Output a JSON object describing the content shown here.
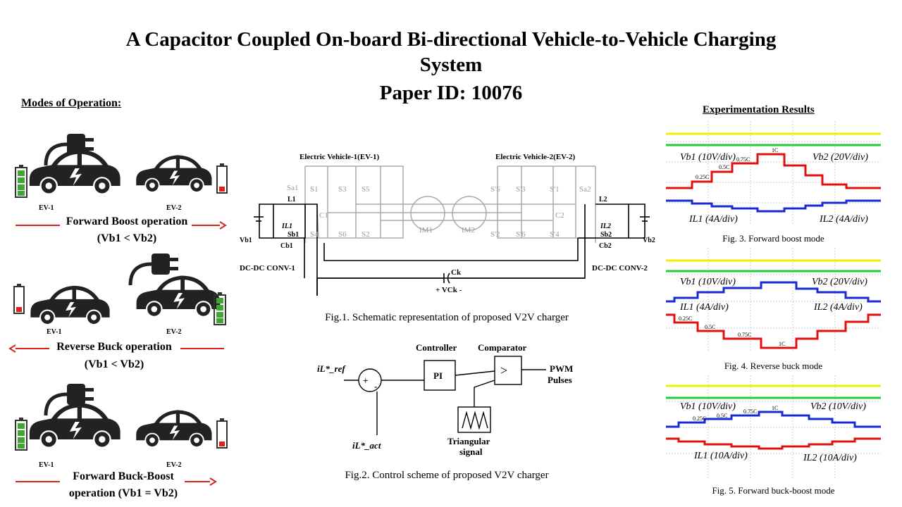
{
  "title": {
    "line1": "A Capacitor Coupled On-board Bi-directional Vehicle-to-Vehicle Charging",
    "line2": "System",
    "paper_id": "Paper ID: 10076"
  },
  "modes": {
    "heading": "Modes of Operation:",
    "items": [
      {
        "ev1": "EV-1",
        "ev2": "EV-2",
        "label": "Forward Boost operation",
        "condition": "(Vb1 < Vb2)",
        "direction": "right",
        "ev1_battery": "full",
        "ev2_battery": "low"
      },
      {
        "ev1": "EV-1",
        "ev2": "EV-2",
        "label": "Reverse Buck operation",
        "condition": "(Vb1 < Vb2)",
        "direction": "left",
        "ev1_battery": "low",
        "ev2_battery": "full"
      },
      {
        "ev1": "EV-1",
        "ev2": "EV-2",
        "label": "Forward Buck-Boost",
        "condition": "operation (Vb1 = Vb2)",
        "direction": "right",
        "ev1_battery": "full",
        "ev2_battery": "low"
      }
    ]
  },
  "schematic": {
    "ev1_label": "Electric Vehicle-1(EV-1)",
    "ev2_label": "Electric Vehicle-2(EV-2)",
    "conv1": "DC-DC CONV-1",
    "conv2": "DC-DC CONV-2",
    "ck": "Ck",
    "vck": "+ VCk -",
    "caption": "Fig.1. Schematic representation of proposed V2V charger",
    "components": [
      "Sa1",
      "S1",
      "S3",
      "S5",
      "S4",
      "S6",
      "S2",
      "C1",
      "IM1",
      "IM2",
      "C2",
      "S'5",
      "S'3",
      "S'1",
      "S'2",
      "S'6",
      "S'4",
      "Sa2",
      "L1",
      "IL1",
      "Sb1",
      "Cb1",
      "Vb1",
      "L2",
      "IL2",
      "Sb2",
      "Cb2",
      "Vb2"
    ]
  },
  "control": {
    "iref": "iL*_ref",
    "iact": "iL*_act",
    "controller": "Controller",
    "pi": "PI",
    "comparator": "Comparator",
    "gt": ">",
    "pwm1": "PWM",
    "pwm2": "Pulses",
    "tri1": "Triangular",
    "tri2": "signal",
    "plus": "+",
    "minus": "-",
    "caption": "Fig.2. Control scheme of proposed V2V charger"
  },
  "results": {
    "heading": "Experimentation Results",
    "figs": [
      {
        "caption": "Fig. 3. Forward boost mode",
        "vb1": "Vb1 (10V/div)",
        "vb2": "Vb2 (20V/div)",
        "il1": "IL1 (4A/div)",
        "il2": "IL2 (4A/div)",
        "c": [
          "0.25C",
          "0.5C",
          "0.75C",
          "1C"
        ]
      },
      {
        "caption": "Fig. 4. Reverse buck mode",
        "vb1": "Vb1 (10V/div)",
        "vb2": "Vb2 (20V/div)",
        "il1": "IL1 (4A/div)",
        "il2": "IL2 (4A/div)",
        "c": [
          "0.25C",
          "0.5C",
          "0.75C",
          "1C"
        ]
      },
      {
        "caption": "Fig. 5. Forward  buck-boost mode",
        "vb1": "Vb1 (10V/div)",
        "vb2": "Vb2 (10V/div)",
        "il1": "IL1 (10A/div)",
        "il2": "IL2 (10A/div)",
        "c": [
          "0.25C",
          "0.5C",
          "0.75C",
          "1C"
        ]
      }
    ]
  },
  "colors": {
    "arrow": "#e0201b",
    "battery_full": "#3fa535",
    "battery_low": "#e0201b",
    "vb1": "#f0f000",
    "vb2": "#22cc33",
    "il_red": "#e01010",
    "il_blue": "#1a2ad0"
  }
}
